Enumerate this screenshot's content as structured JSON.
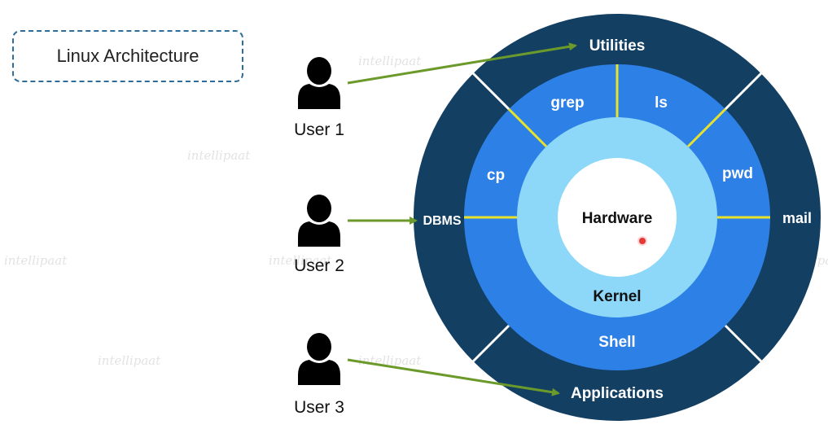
{
  "title": "Linux Architecture",
  "users": [
    {
      "label": "User 1"
    },
    {
      "label": "User 2"
    },
    {
      "label": "User 3"
    }
  ],
  "rings": {
    "applications_layer": [
      "Utilities",
      "DBMS",
      "mail",
      "Applications"
    ],
    "shell_layer": [
      "grep",
      "ls",
      "cp",
      "pwd",
      "Shell"
    ],
    "kernel": "Kernel",
    "hardware": "Hardware"
  },
  "watermark": "intellipaat",
  "colors": {
    "outer_ring": "#133f63",
    "shell_ring": "#2d80e6",
    "kernel_ring": "#8dd7f8",
    "hardware": "#ffffff",
    "yellow_divider": "#e8e32a",
    "arrow": "#6b9a2b",
    "title_border": "#2e6d99",
    "pointer_dot": "#e53935"
  }
}
